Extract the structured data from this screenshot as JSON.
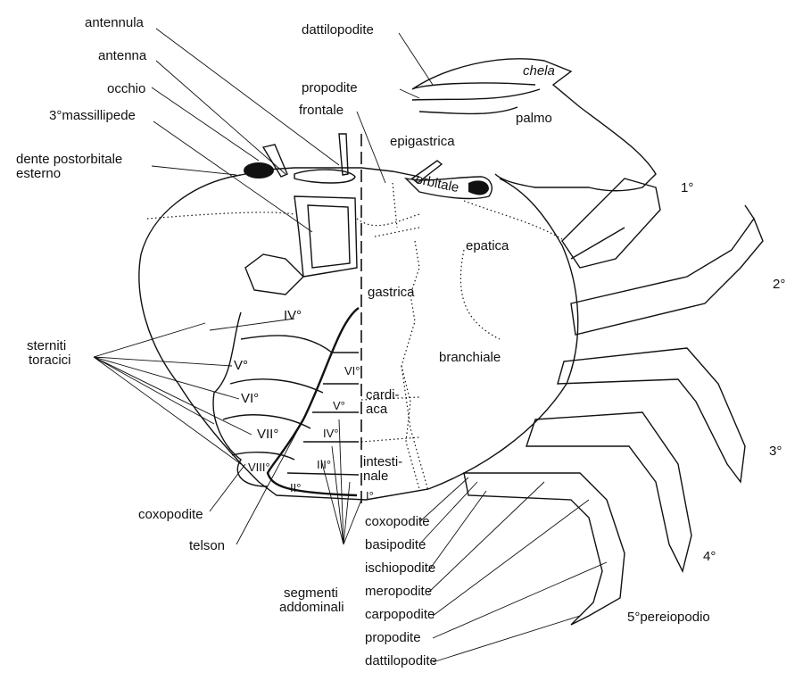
{
  "labels": {
    "antennula": "antennula",
    "antenna": "antenna",
    "occhio": "occhio",
    "massillipede": "3°massillipede",
    "dente_1": "dente postorbitale",
    "dente_2": "esterno",
    "dattilopodite_chela": "dattilopodite",
    "chela": "chela",
    "propodite_chela": "propodite",
    "frontale": "frontale",
    "palmo": "palmo",
    "epigastrica": "epigastrica",
    "orbitale": "orbitale",
    "epatica": "epatica",
    "gastrica": "gastrica",
    "branchiale": "branchiale",
    "cardiaca_1": "cardi-",
    "cardiaca_2": "aca",
    "intestinale_1": "intesti-",
    "intestinale_2": "nale",
    "sterniti_1": "sterniti",
    "sterniti_2": "toracici",
    "coxopodite_left": "coxopodite",
    "telson": "telson",
    "segmenti_1": "segmenti",
    "segmenti_2": "addominali",
    "leg_1": "1°",
    "leg_2": "2°",
    "leg_3": "3°",
    "leg_4": "4°",
    "pereiopodio": "5°pereiopodio",
    "legparts": [
      "coxopodite",
      "basipodite",
      "ischiopodite",
      "meropodite",
      "carpopodite",
      "propodite",
      "dattilopodite"
    ],
    "sterniti_num": [
      "IV°",
      "V°",
      "VI°",
      "VII°",
      "VIII°"
    ],
    "addome_num": [
      "VI°",
      "V°",
      "IV°",
      "III°",
      "II°",
      "I°"
    ]
  }
}
